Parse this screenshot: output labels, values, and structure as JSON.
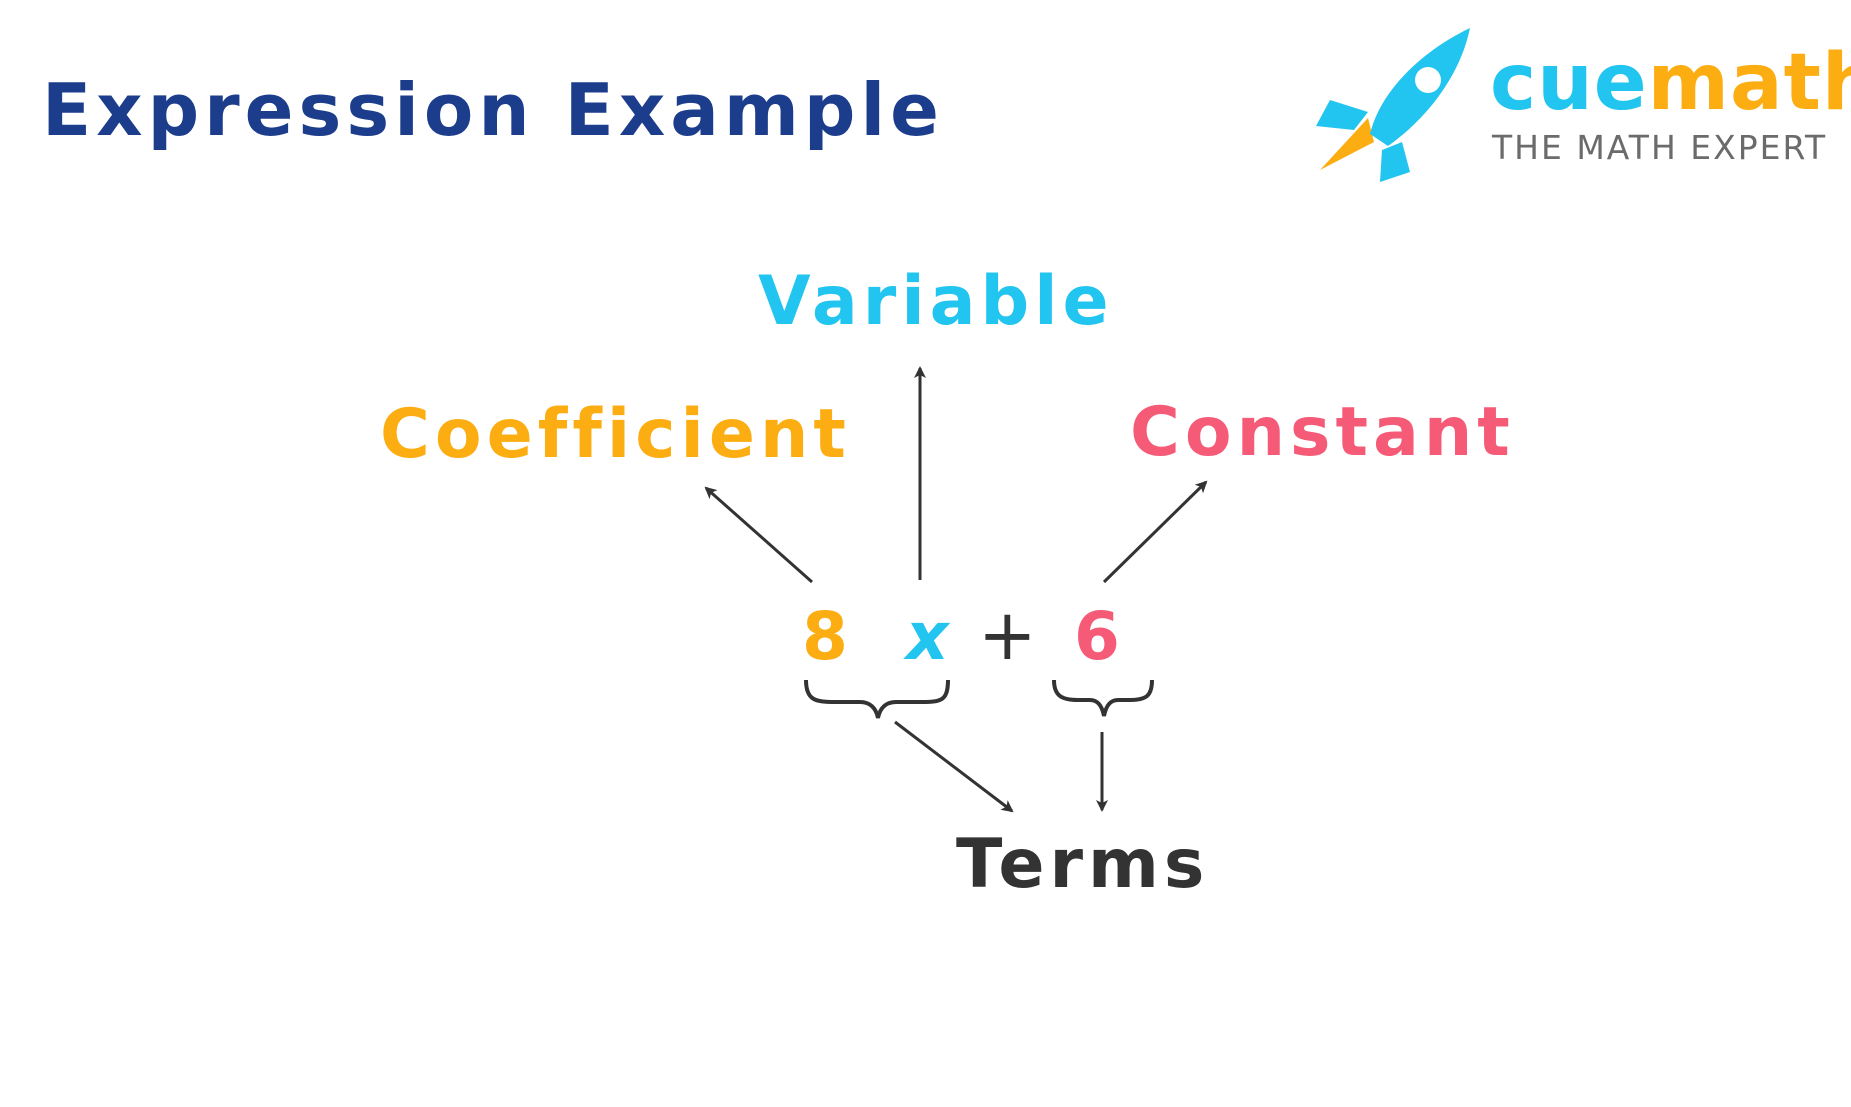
{
  "title": "Expression Example",
  "logo": {
    "brand_part1": "cue",
    "brand_part2": "math",
    "tagline": "THE MATH EXPERT",
    "icon": "rocket-icon"
  },
  "labels": {
    "variable": "Variable",
    "coefficient": "Coefficient",
    "constant": "Constant",
    "terms": "Terms"
  },
  "expression": {
    "coefficient": "8",
    "variable": "x",
    "operator": "+",
    "constant": "6"
  },
  "colors": {
    "title": "#1c3d8c",
    "variable": "#22c4f0",
    "coefficient": "#fcad12",
    "constant": "#f55b77",
    "terms": "#333333",
    "arrow": "#333333",
    "tagline": "#6b6b6b"
  }
}
